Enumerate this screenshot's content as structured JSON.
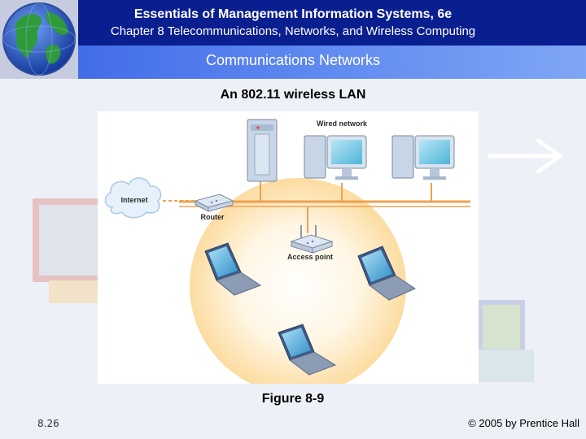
{
  "header": {
    "course_title": "Essentials of Management Information Systems, 6e",
    "chapter_title": "Chapter 8 Telecommunications, Networks, and Wireless Computing",
    "section_title": "Communications Networks"
  },
  "diagram": {
    "title": "An 802.11 wireless LAN",
    "labels": {
      "wired_network": "Wired network",
      "internet": "Internet",
      "router": "Router",
      "access_point": "Access point"
    },
    "caption": "Figure 8-9"
  },
  "footer": {
    "slide_number": "8.26",
    "copyright": "© 2005 by Prentice Hall"
  },
  "colors": {
    "header_dark": "#0a1f8f",
    "header_light": "#4a74ec",
    "network_line": "#f0a050",
    "coverage_area": "#fde7b8"
  },
  "icons": [
    "globe-icon",
    "server-icon",
    "desktop-computer-icon",
    "cloud-icon",
    "router-icon",
    "access-point-icon",
    "laptop-icon"
  ]
}
